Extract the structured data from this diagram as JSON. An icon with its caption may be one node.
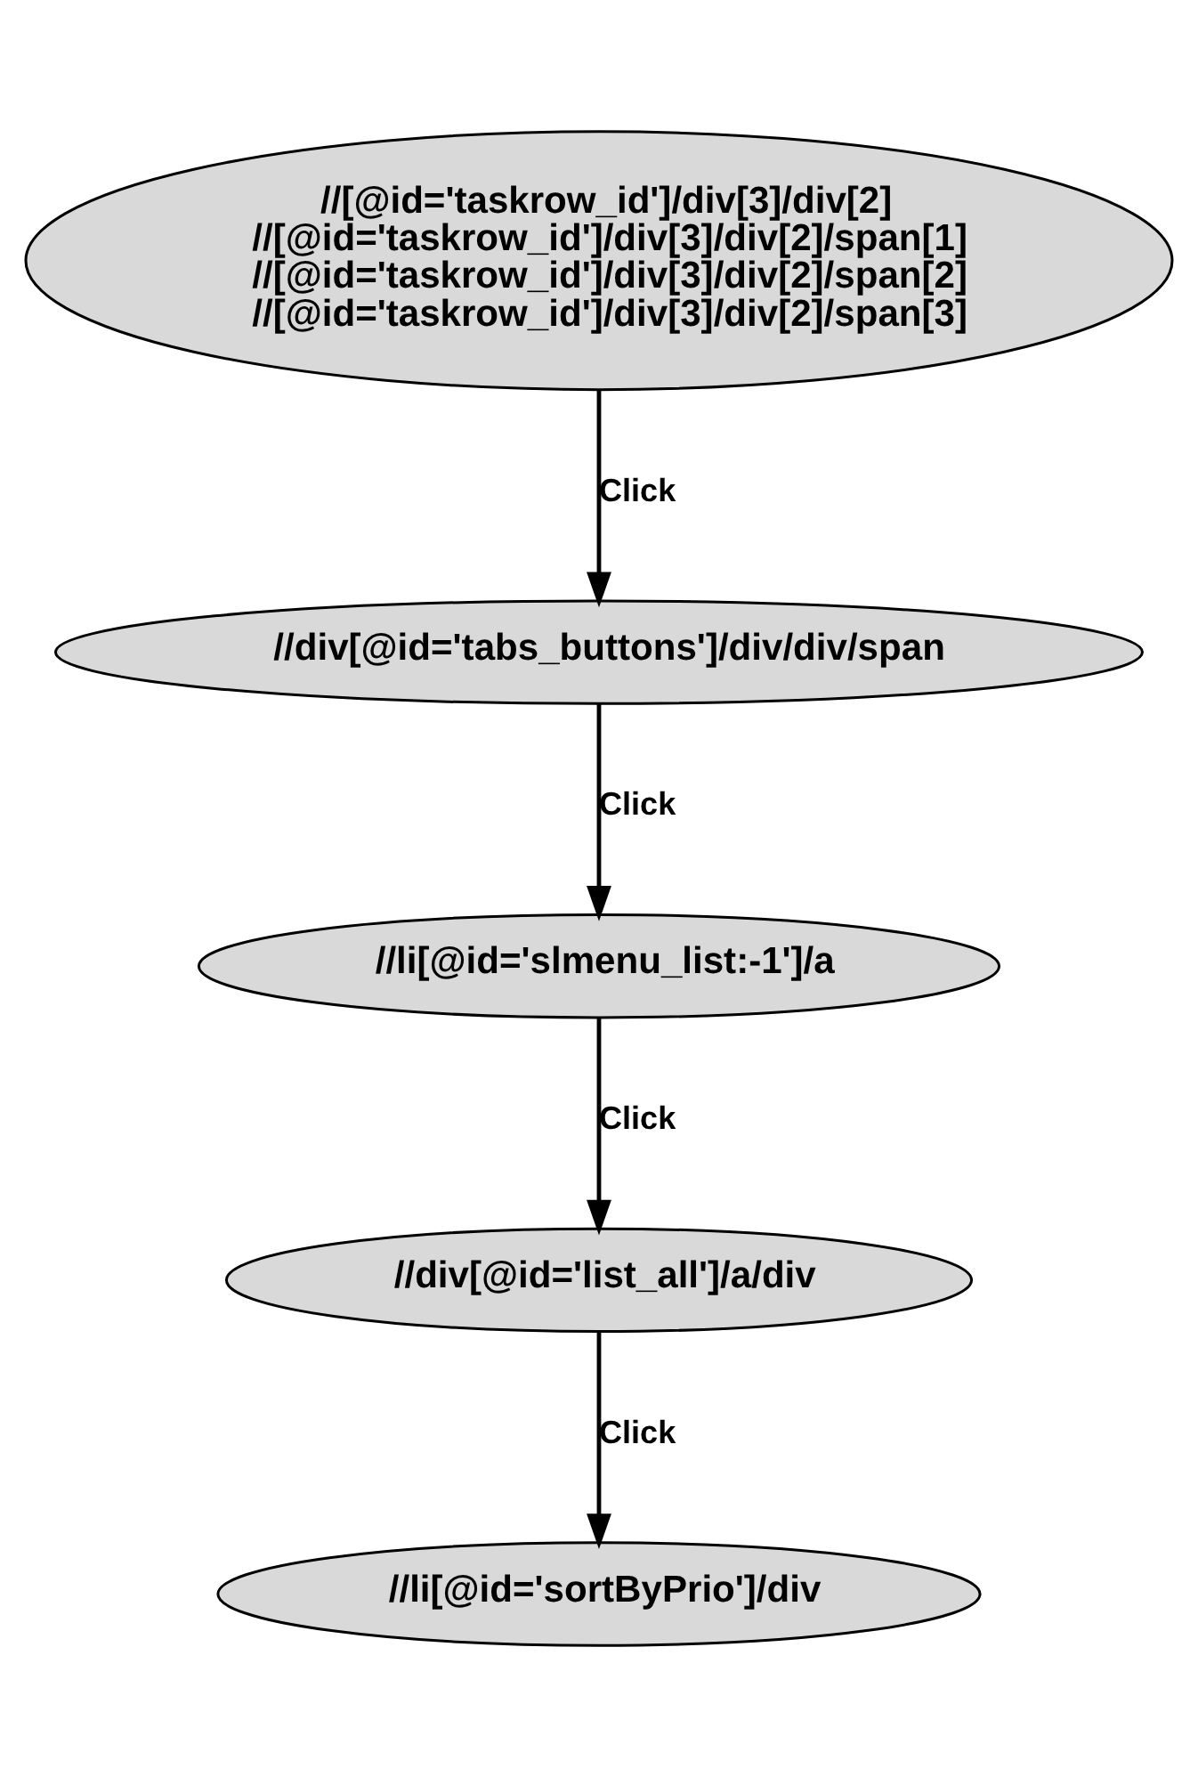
{
  "diagram": {
    "nodes": [
      {
        "text": [
          "//[@id='taskrow_id']/div[3]/div[2]",
          "//[@id='taskrow_id']/div[3]/div[2]/span[1]",
          "//[@id='taskrow_id']/div[3]/div[2]/span[2]",
          "//[@id='taskrow_id']/div[3]/div[2]/span[3]"
        ]
      },
      {
        "text": [
          "//div[@id='tabs_buttons']/div/div/span"
        ]
      },
      {
        "text": [
          "//li[@id='slmenu_list:-1']/a"
        ]
      },
      {
        "text": [
          "//div[@id='list_all']/a/div"
        ]
      },
      {
        "text": [
          "//li[@id='sortByPrio']/div"
        ]
      }
    ],
    "edges": [
      {
        "from": 0,
        "to": 1,
        "arrow": "to",
        "label": "Click"
      },
      {
        "from": 1,
        "to": 2,
        "arrow": "to",
        "label": "Click"
      },
      {
        "from": 2,
        "to": 3,
        "arrow": "to",
        "label": "Click"
      },
      {
        "from": 3,
        "to": 4,
        "arrow": "to",
        "label": "Click"
      }
    ]
  }
}
